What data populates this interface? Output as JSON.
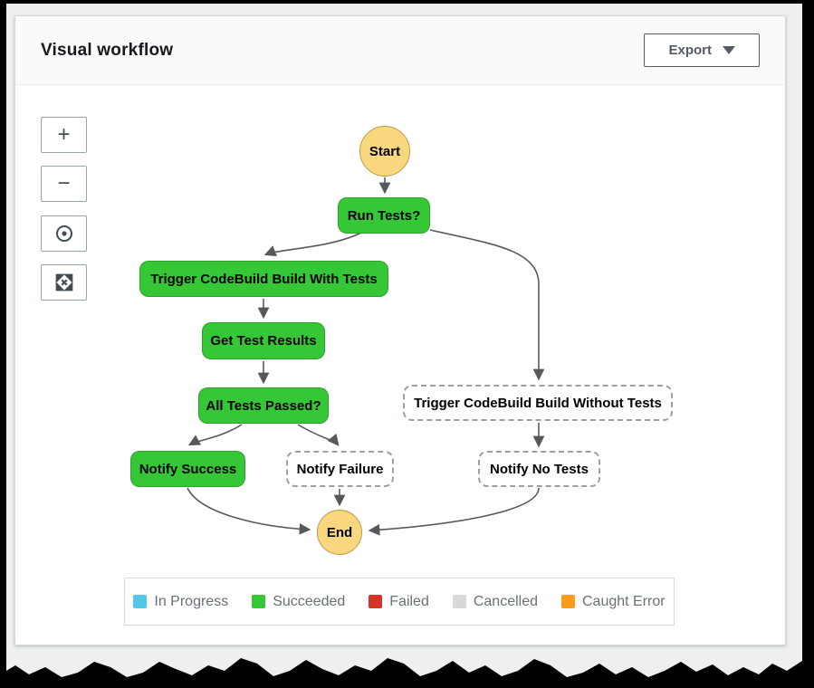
{
  "header": {
    "title": "Visual workflow",
    "export_label": "Export"
  },
  "toolbar": {
    "zoom_in_glyph": "+",
    "zoom_out_glyph": "−"
  },
  "diagram": {
    "nodes": {
      "start": {
        "label": "Start",
        "status": "start"
      },
      "run_tests": {
        "label": "Run Tests?",
        "status": "succeeded"
      },
      "trigger_with": {
        "label": "Trigger CodeBuild Build With Tests",
        "status": "succeeded"
      },
      "get_results": {
        "label": "Get Test Results",
        "status": "succeeded"
      },
      "all_passed": {
        "label": "All Tests Passed?",
        "status": "succeeded"
      },
      "notify_success": {
        "label": "Notify Success",
        "status": "succeeded"
      },
      "notify_failure": {
        "label": "Notify Failure",
        "status": "not-executed"
      },
      "trigger_without": {
        "label": "Trigger CodeBuild Build Without Tests",
        "status": "not-executed"
      },
      "notify_no_tests": {
        "label": "Notify No Tests",
        "status": "not-executed"
      },
      "end": {
        "label": "End",
        "status": "end"
      }
    }
  },
  "colors": {
    "succeeded": "#35c735",
    "start_end": "#f8d77f",
    "in_progress": "#54c8e9",
    "failed": "#d8332a",
    "cancelled": "#d8d8d8",
    "caught_error": "#f99c1c",
    "arrow": "#56595c"
  },
  "legend": {
    "items": [
      {
        "label": "In Progress",
        "color_key": "in_progress"
      },
      {
        "label": "Succeeded",
        "color_key": "succeeded"
      },
      {
        "label": "Failed",
        "color_key": "failed"
      },
      {
        "label": "Cancelled",
        "color_key": "cancelled"
      },
      {
        "label": "Caught Error",
        "color_key": "caught_error"
      }
    ]
  }
}
